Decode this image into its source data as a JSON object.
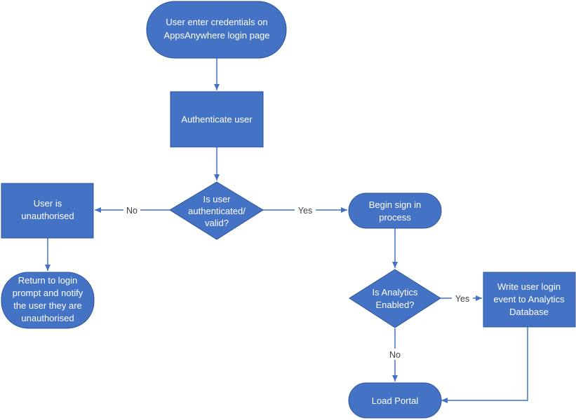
{
  "diagram": {
    "nodes": {
      "start": {
        "line1": "User enter credentials on",
        "line2": "AppsAnywhere login page"
      },
      "authenticate": {
        "line1": "Authenticate user"
      },
      "is_valid": {
        "line1": "Is user",
        "line2": "authenticated/",
        "line3": "valid?"
      },
      "unauthorised": {
        "line1": "User is",
        "line2": "unauthorised"
      },
      "return_login": {
        "line1": "Return to login",
        "line2": "prompt and notify",
        "line3": "the user they are",
        "line4": "unauthorised"
      },
      "begin_sign_in": {
        "line1": "Begin sign in",
        "line2": "process"
      },
      "is_analytics": {
        "line1": "Is Analytics",
        "line2": "Enabled?"
      },
      "write_event": {
        "line1": "Write user login",
        "line2": "event to Analytics",
        "line3": "Database"
      },
      "load_portal": {
        "line1": "Load Portal"
      }
    },
    "edges": {
      "valid_no": "No",
      "valid_yes": "Yes",
      "analytics_yes": "Yes",
      "analytics_no": "No"
    },
    "colors": {
      "shape_fill": "#4472C4",
      "shape_stroke": "#2F5597",
      "connector": "#4472C4"
    }
  }
}
